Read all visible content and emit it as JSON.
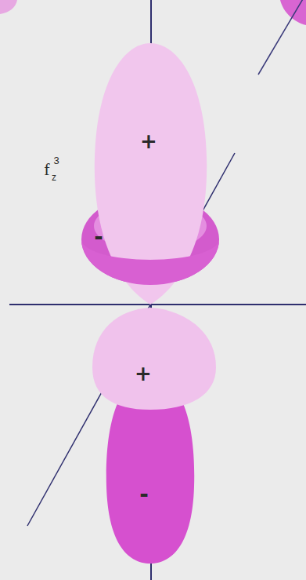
{
  "diagram": {
    "labels": [
      "f",
      "z",
      "3",
      "+",
      "-",
      "+",
      "-"
    ]
  }
}
